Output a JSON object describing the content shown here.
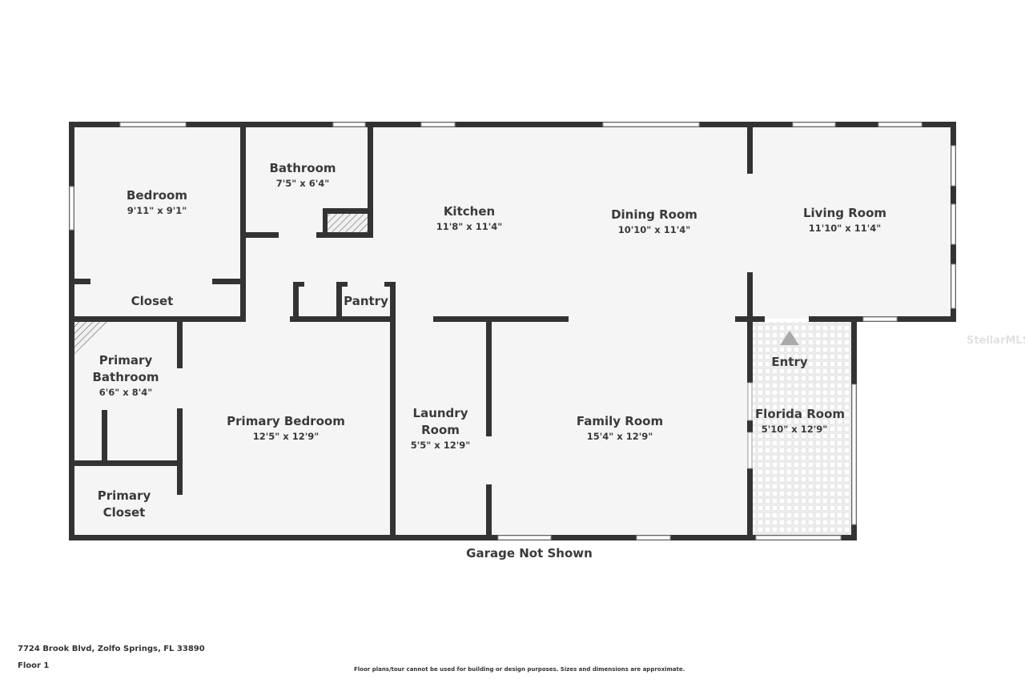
{
  "rooms": {
    "bedroom": {
      "name": "Bedroom",
      "dims": "9'11\" x 9'1\""
    },
    "bathroom": {
      "name": "Bathroom",
      "dims": "7'5\" x 6'4\""
    },
    "kitchen": {
      "name": "Kitchen",
      "dims": "11'8\" x 11'4\""
    },
    "dining": {
      "name": "Dining Room",
      "dims": "10'10\" x 11'4\""
    },
    "living": {
      "name": "Living Room",
      "dims": "11'10\" x 11'4\""
    },
    "closet": {
      "name": "Closet"
    },
    "pantry": {
      "name": "Pantry"
    },
    "primary_bathroom": {
      "name_line1": "Primary",
      "name_line2": "Bathroom",
      "dims": "6'6\" x 8'4\""
    },
    "primary_bedroom": {
      "name": "Primary Bedroom",
      "dims": "12'5\" x 12'9\""
    },
    "laundry": {
      "name_line1": "Laundry",
      "name_line2": "Room",
      "dims": "5'5\" x 12'9\""
    },
    "family": {
      "name": "Family Room",
      "dims": "15'4\" x 12'9\""
    },
    "florida": {
      "name": "Florida Room",
      "dims": "5'10\" x 12'9\""
    },
    "entry": {
      "name": "Entry"
    },
    "primary_closet": {
      "name_line1": "Primary",
      "name_line2": "Closet"
    }
  },
  "notes": {
    "garage": "Garage Not Shown",
    "address": "7724 Brook Blvd, Zolfo Springs, FL 33890",
    "floor": "Floor 1",
    "disclaimer": "Floor plans/tour cannot be used for building or design purposes. Sizes and dimensions are approximate.",
    "watermark": "StellarMLS"
  },
  "colors": {
    "wall": "#333333",
    "floor": "#f5f5f5",
    "entry_arrow": "#aaaaaa"
  }
}
